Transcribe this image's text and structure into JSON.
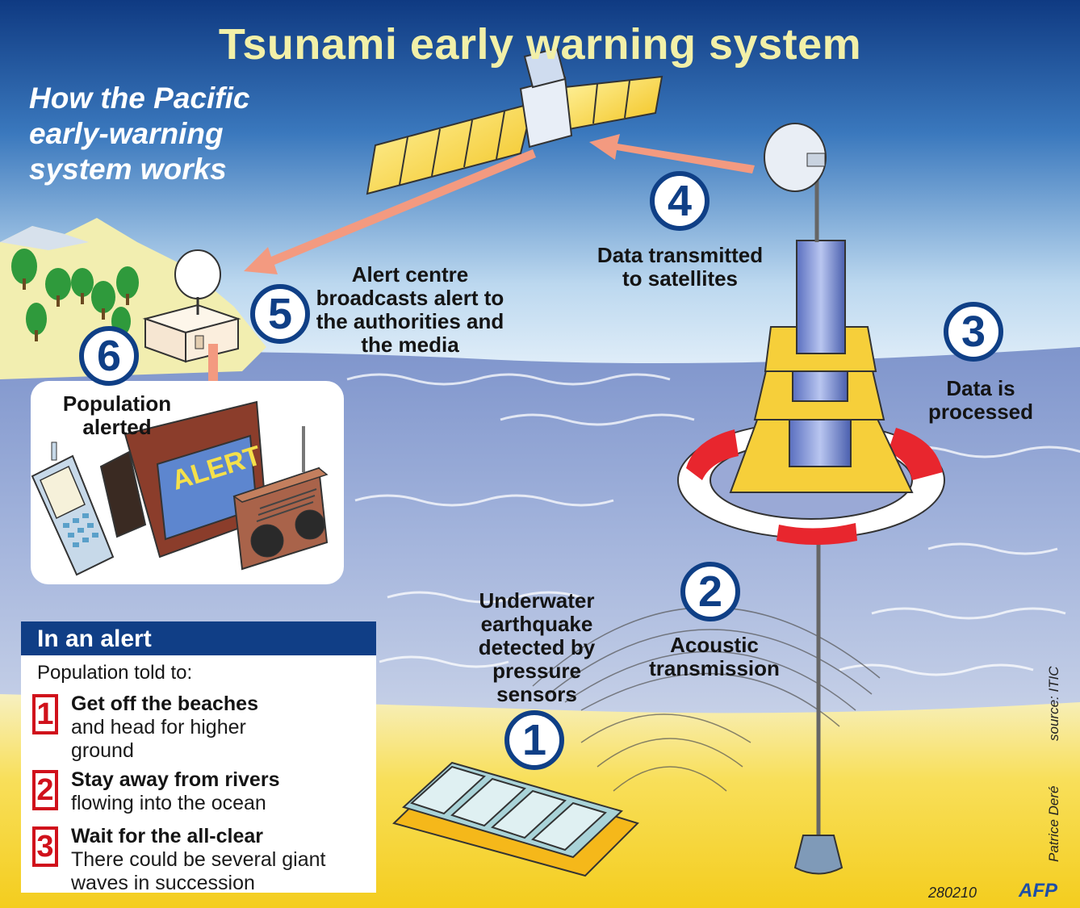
{
  "title": "Tsunami early warning system",
  "subtitle": "How the Pacific early-warning system works",
  "steps": [
    {
      "number": "1",
      "label": "Underwater earthquake detected by pressure sensors"
    },
    {
      "number": "2",
      "label": "Acoustic transmission"
    },
    {
      "number": "3",
      "label": "Data is processed"
    },
    {
      "number": "4",
      "label": "Data transmitted to satellites"
    },
    {
      "number": "5",
      "label": "Alert centre broadcasts alert to the authorities and the media"
    },
    {
      "number": "6",
      "label": "Population alerted"
    }
  ],
  "tv_screen_text": "ALERT",
  "alert_panel": {
    "heading": "In an alert",
    "intro": "Population told to:",
    "items": [
      {
        "number": "1",
        "head": "Get off the beaches",
        "body": "and head for higher ground"
      },
      {
        "number": "2",
        "head": "Stay away from rivers",
        "body": "flowing into the ocean"
      },
      {
        "number": "3",
        "head": "Wait for the all-clear",
        "body": "There could be several giant waves in succession"
      }
    ]
  },
  "credits": {
    "source": "source: ITIC",
    "author": "Patrice Deré",
    "code": "280210",
    "agency": "AFP"
  },
  "colors": {
    "sky_top": "#123f86",
    "sea": "#8fa6d6",
    "sand": "#f6d648",
    "circle_blue": "#0f3f86",
    "arrow": "#f39a80",
    "panel_head": "#103e86",
    "alert_red": "#d0111b",
    "title_yellow": "#f2f0a8"
  }
}
